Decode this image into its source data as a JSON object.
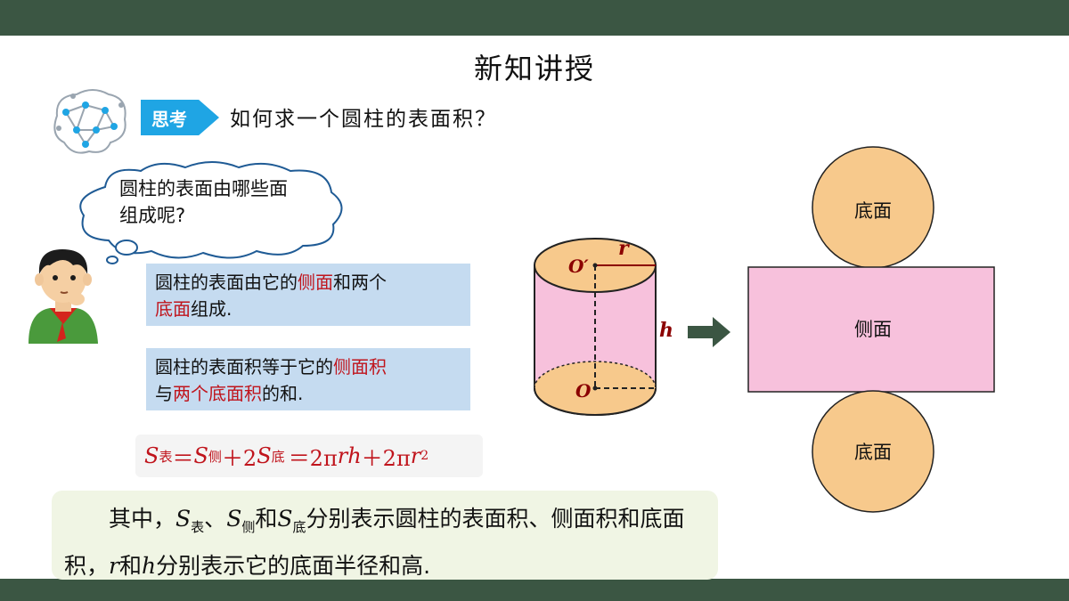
{
  "title": "新知讲授",
  "think": {
    "tag": "思考",
    "question": "如何求一个圆柱的表面积？"
  },
  "cloud": {
    "line1": "圆柱的表面由哪些面",
    "line2": "组成呢?"
  },
  "answer1": {
    "p1": "圆柱的表面由它的",
    "h1": "侧面",
    "p2": "和两个",
    "h2": "底面",
    "p3": "组成."
  },
  "answer2": {
    "p1": "圆柱的表面积等于它的",
    "h1": "侧面积",
    "p2": "与",
    "h2": "两个底面积",
    "p3": "的和."
  },
  "formula": {
    "s": "S",
    "sub_surface": "表",
    "eq1": "＝",
    "sub_side": "侧",
    "plus": "＋2",
    "sub_base": "底",
    "eq2": "＝2π",
    "rh": "rh",
    "plus2": "＋2π",
    "r": "r",
    "exp": "2"
  },
  "explain": {
    "p1": "其中，",
    "sep1": "、",
    "and": "和",
    "p2": "分别表示圆柱的表面积、侧面积和底面积，",
    "r": "r",
    "and2": "和",
    "h": "h",
    "p3": "分别表示它的底面半径和高."
  },
  "cylinder": {
    "top_center": "O′",
    "bottom_center": "O",
    "radius": "r",
    "height": "h"
  },
  "net": {
    "top_label": "底面",
    "side_label": "侧面",
    "bottom_label": "底面"
  },
  "colors": {
    "bar": "#3b5643",
    "accent_blue": "#1fa5e4",
    "highlight_red": "#c0141c",
    "base_fill": "#f7c98c",
    "side_fill": "#f7c1dc",
    "box_blue": "#c5dbf0"
  }
}
